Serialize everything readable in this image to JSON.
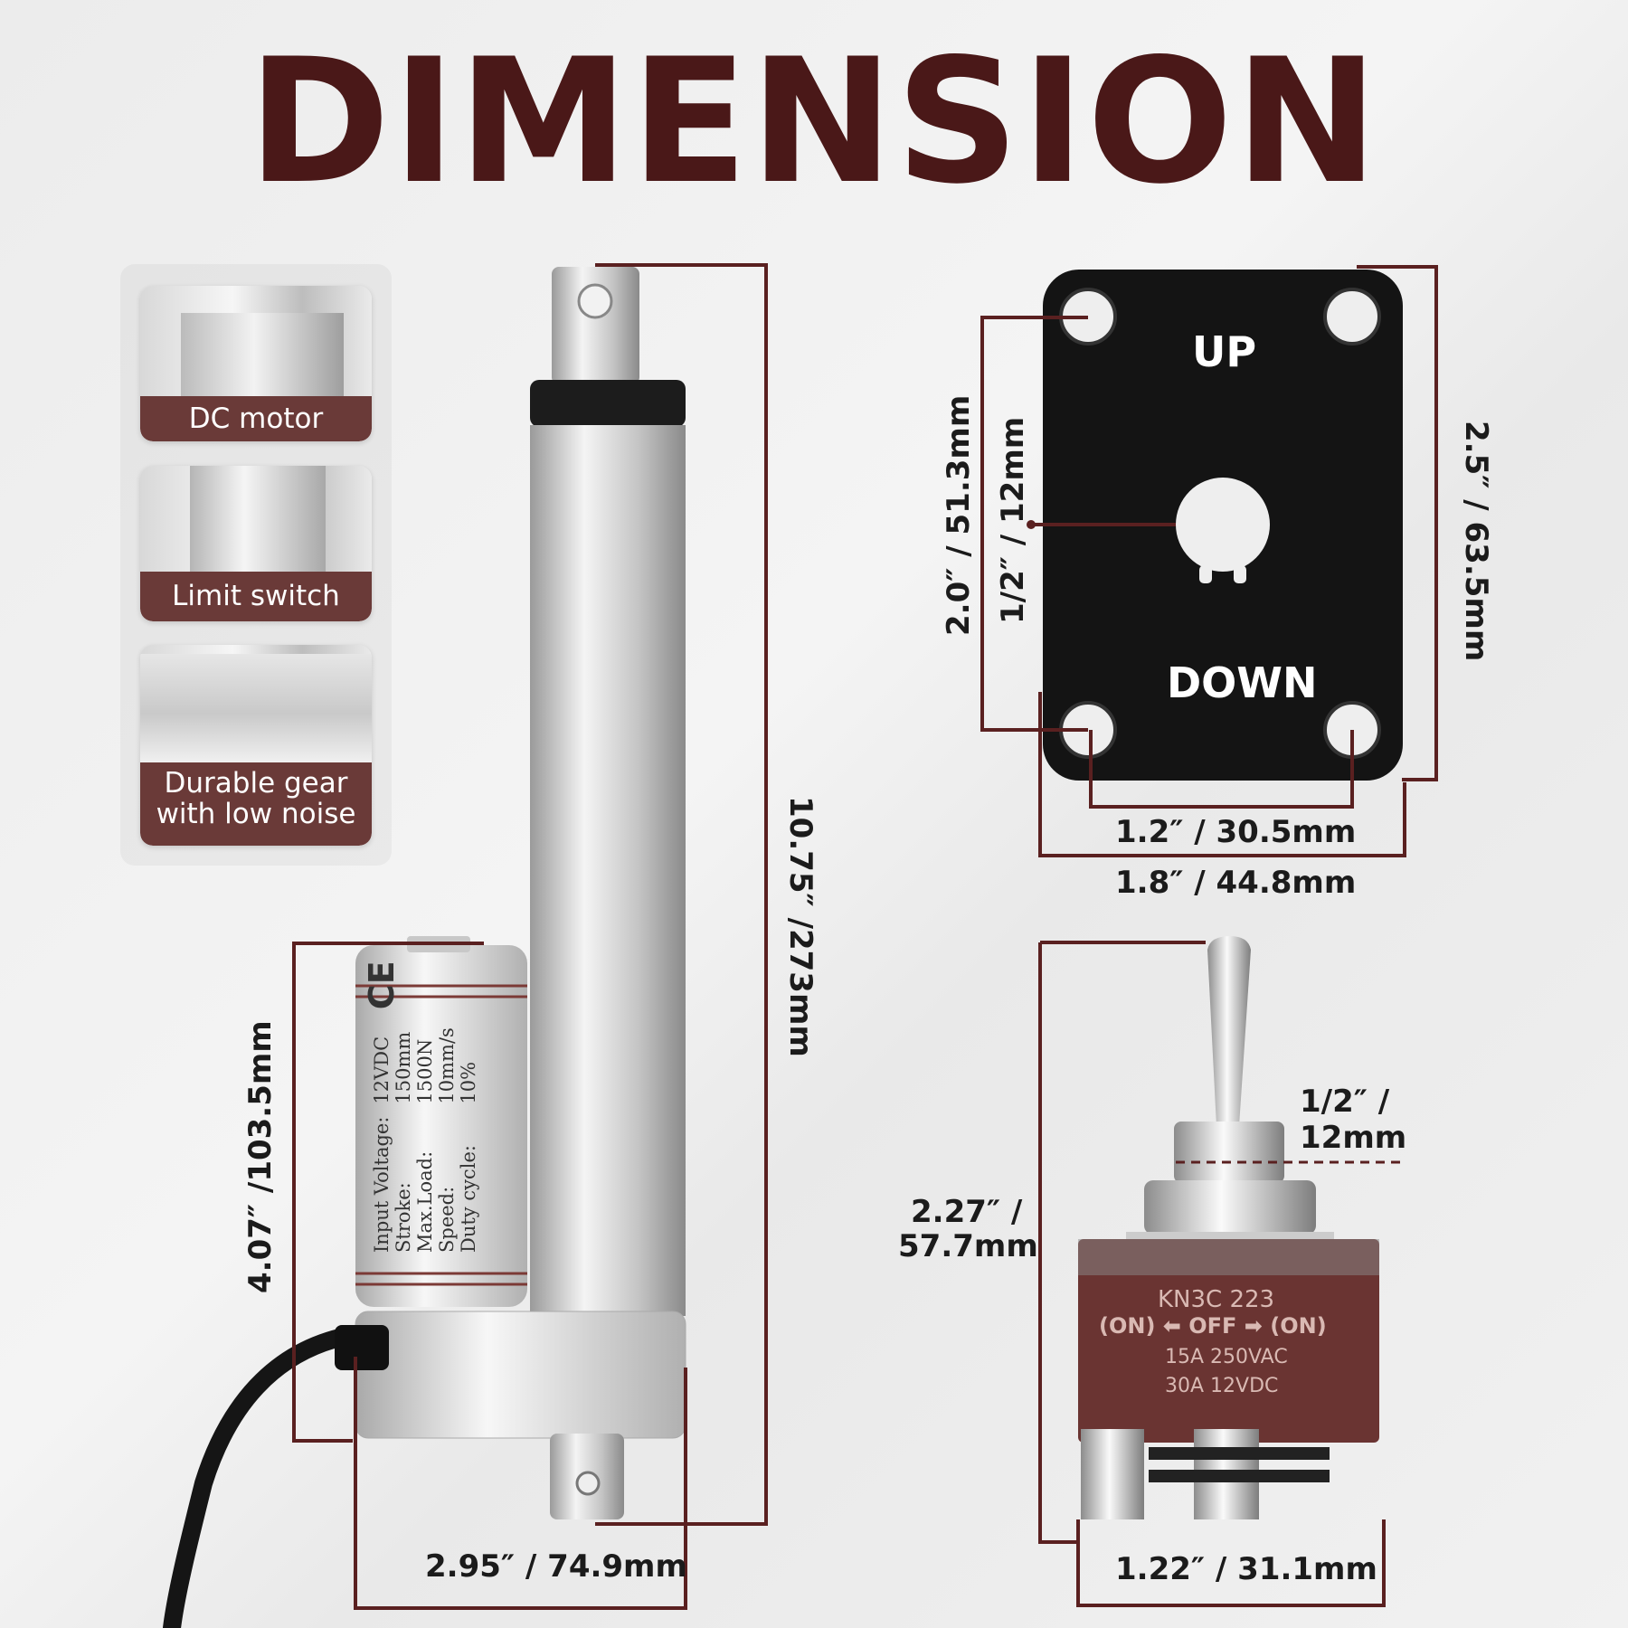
{
  "title": "DIMENSION",
  "features": [
    {
      "label": "DC motor"
    },
    {
      "label": "Limit switch"
    },
    {
      "label": "Durable gear\nwith low noise"
    }
  ],
  "actuator": {
    "motor_label": {
      "lines": [
        "Input Voltage:",
        "Stroke:",
        "Max.Load:",
        "Speed:",
        "Duty cycle:"
      ],
      "values": [
        "12VDC",
        "150mm",
        "1500N",
        "10mm/s",
        "10%"
      ],
      "mark": "CE"
    },
    "length": "10.75″ /273mm",
    "height": "4.07″ /103.5mm",
    "width": "2.95″ / 74.9mm"
  },
  "plate": {
    "up": "UP",
    "down": "DOWN",
    "hole_spacing_v": "2.0″ / 51.3mm",
    "hole_dia": "1/2″ / 12mm",
    "height": "2.5″ / 63.5mm",
    "hole_spacing_h": "1.2″ / 30.5mm",
    "width": "1.8″ / 44.8mm"
  },
  "toggle": {
    "model": "KN3C 223",
    "positions": "(ON) ⬅ OFF ➡ (ON)",
    "rating1": "15A 250VAC",
    "rating2": "30A 12VDC",
    "thread_line1": "1/2″ /",
    "thread_line2": "12mm",
    "height_line1": "2.27″ /",
    "height_line2": "57.7mm",
    "width": "1.22″ / 31.1mm"
  },
  "colors": {
    "title": "#4a1818",
    "accent": "#5a2020",
    "band": "#6a3a38",
    "switch_body": "#6a3432",
    "plate": "#141414"
  }
}
